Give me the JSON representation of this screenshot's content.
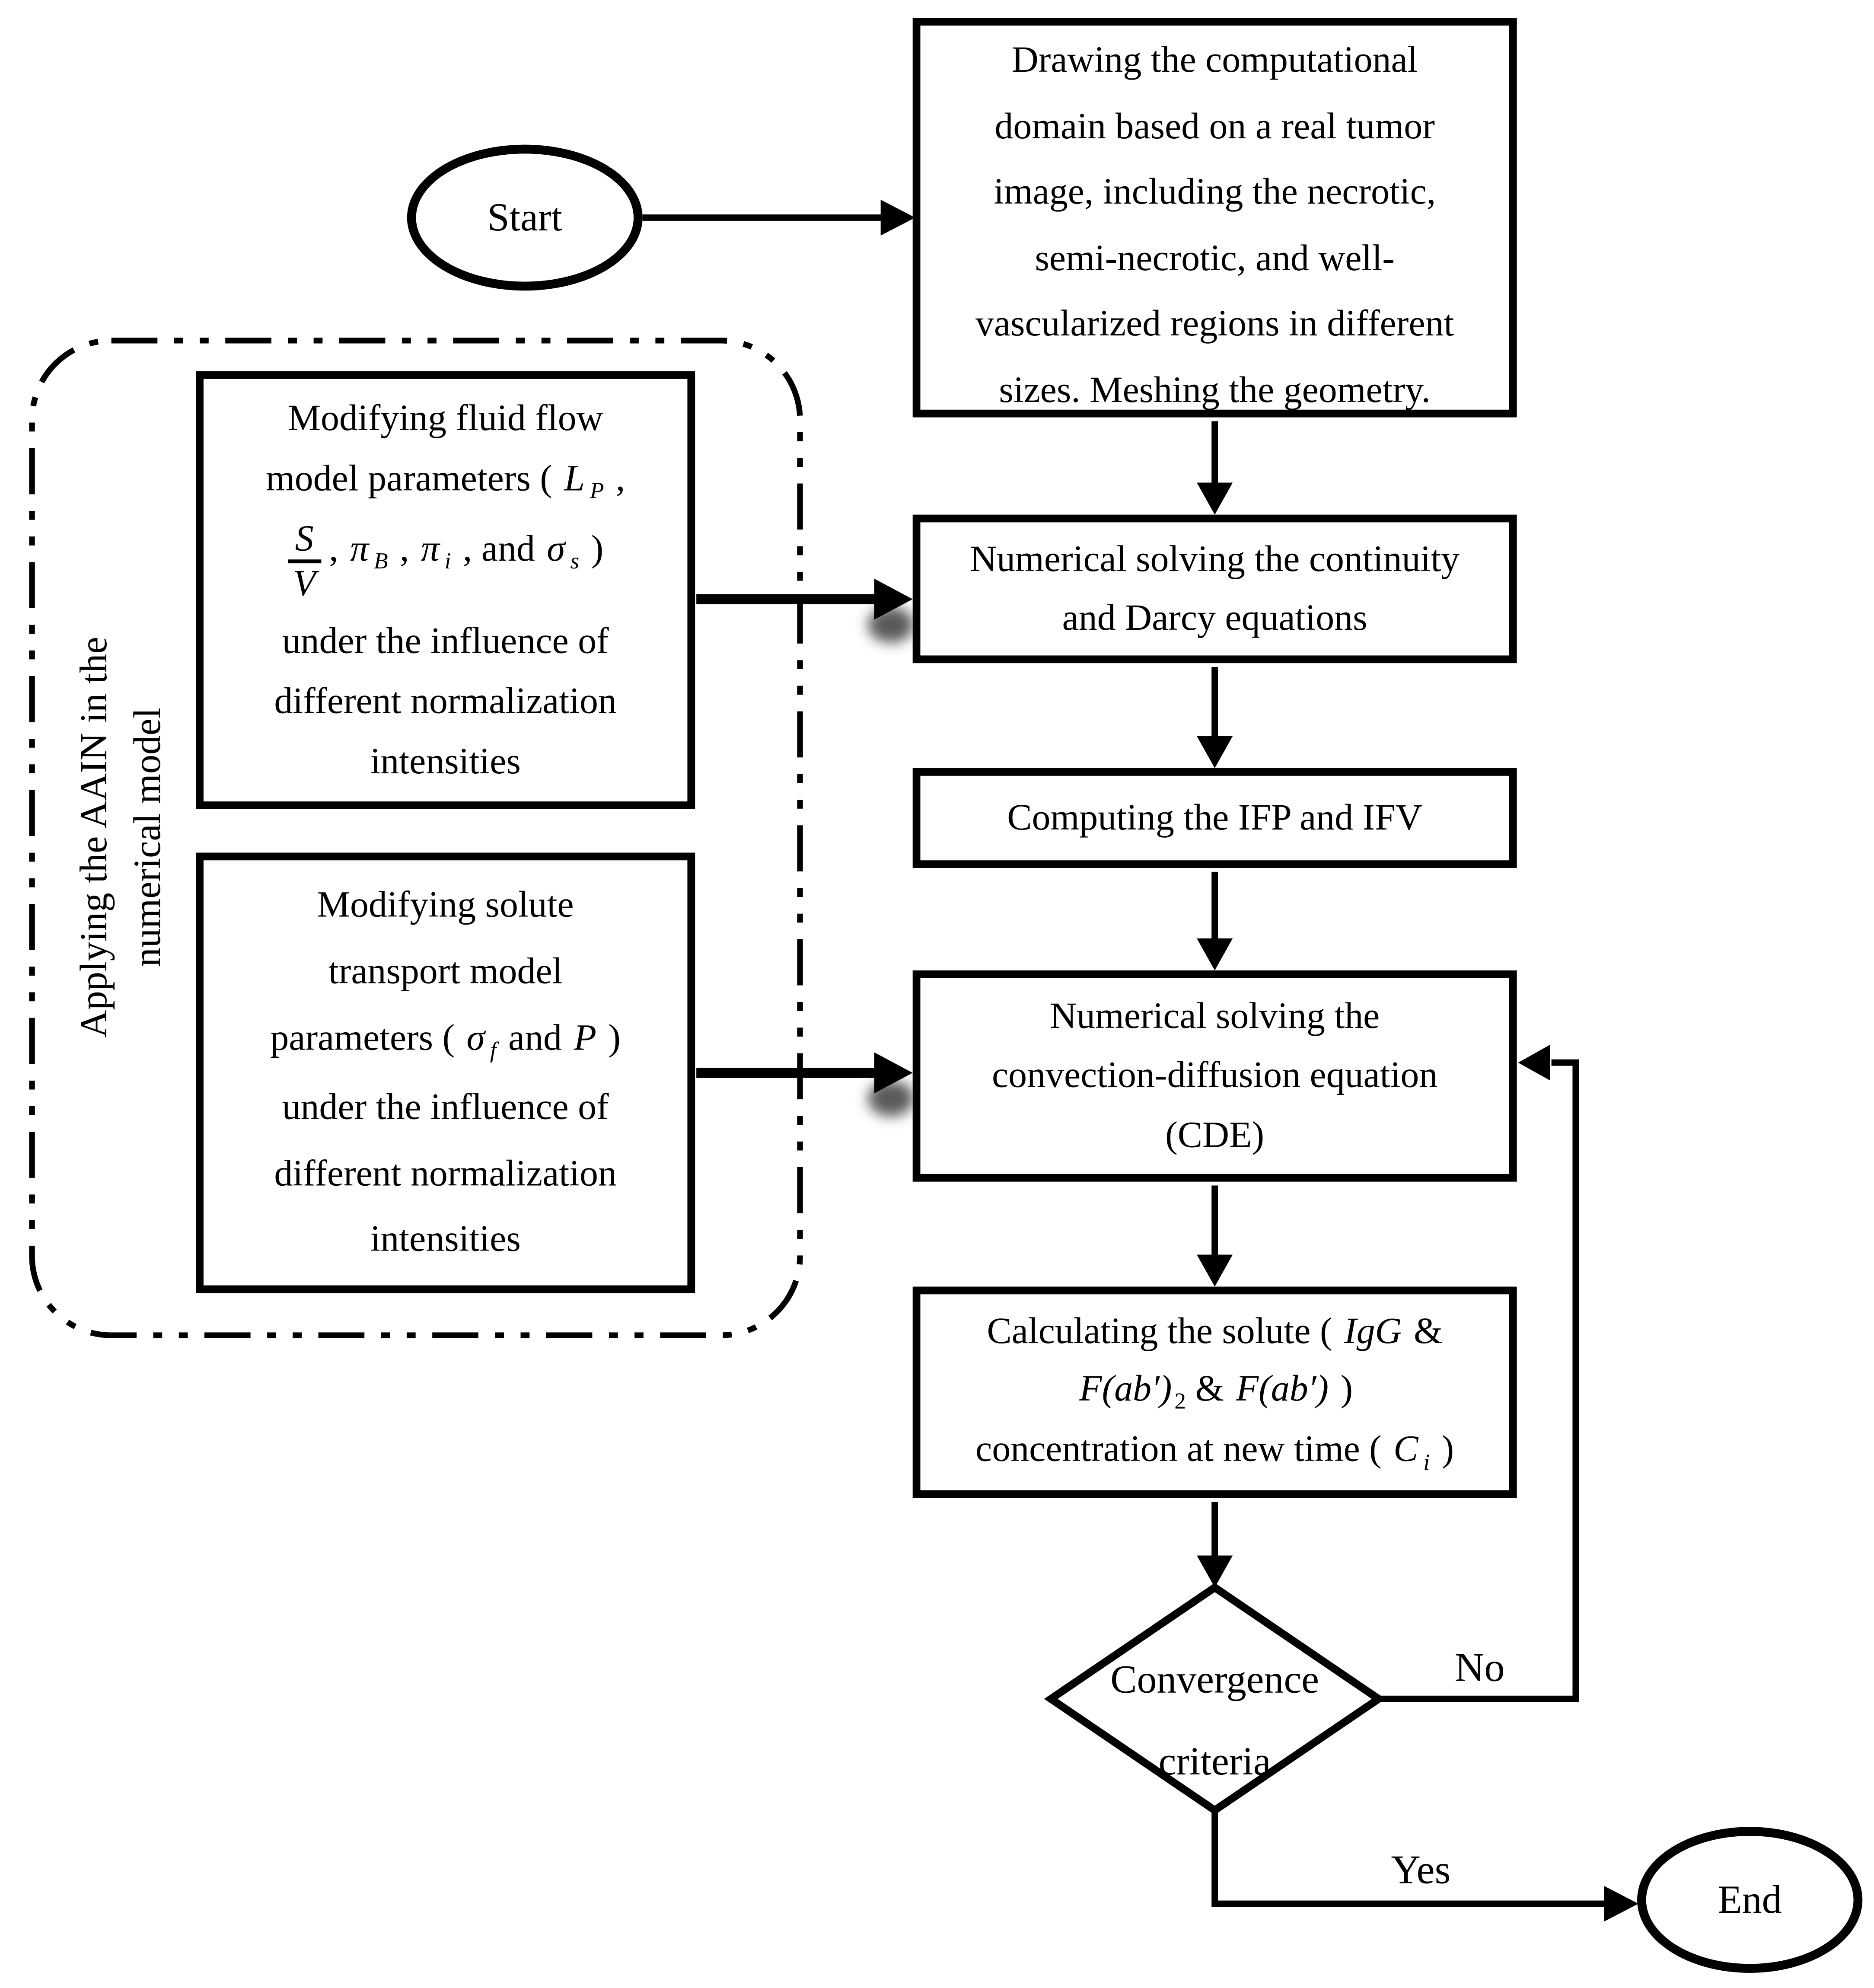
{
  "labels": {
    "start": "Start",
    "end": "End",
    "no": "No",
    "yes": "Yes"
  },
  "top_box": {
    "lines": [
      "Drawing the computational",
      "domain based on a real tumor",
      "image, including the necrotic,",
      "semi-necrotic, and well-",
      "vascularized regions in different",
      "sizes. Meshing the geometry."
    ]
  },
  "continuity_box": {
    "line1": "Numerical solving the continuity",
    "line2": "and Darcy equations"
  },
  "ifp_box": {
    "text": "Computing the IFP and IFV"
  },
  "cde_box": {
    "line1": "Numerical solving the",
    "line2": "convection-diffusion equation",
    "line3": "(CDE)"
  },
  "calc_box": {
    "l1_pre": "Calculating the solute ( ",
    "l1_igg": "IgG",
    "l1_amp": " &",
    "l2_f1": "F(ab′)",
    "l2_sub": "2",
    "l2_amp": "  &  ",
    "l2_f2": "F(ab′)",
    "l2_close": " )",
    "l3_pre": "concentration at new time ( ",
    "l3_c": "C",
    "l3_sub": "i",
    "l3_close": " )"
  },
  "fluid_box": {
    "line1": "Modifying fluid flow",
    "l2_pre": "model parameters ( ",
    "l2_var": "L",
    "l2_sub": "P",
    "l2_comma": " ,",
    "frac_num": "S",
    "frac_den": "V",
    "l3_c1": ", ",
    "l3_pi1": "π",
    "l3_pi1_sub": "B",
    "l3_c2": " , ",
    "l3_pi2": "π",
    "l3_pi2_sub": "i",
    "l3_and": " , and ",
    "l3_sig": "σ",
    "l3_sig_sub": "s",
    "l3_close": " )",
    "line4": "under the influence of",
    "line5": "different normalization",
    "line6": "intensities"
  },
  "solute_box": {
    "line1": "Modifying solute",
    "line2": "transport model",
    "l3_pre": "parameters ( ",
    "l3_sig": "σ",
    "l3_sig_sub": "f",
    "l3_and": "  and  ",
    "l3_p": "P",
    "l3_close": " )",
    "line4": "under the influence of",
    "line5": "different normalization",
    "line6": "intensities"
  },
  "diamond": {
    "line1": "Convergence",
    "line2": "criteria"
  },
  "side_label": {
    "line1": "Applying the AAIN in the",
    "line2": "numerical model"
  },
  "colors": {
    "ink": "#000000",
    "arrow_shadow": "#8a8a8a",
    "background": "#ffffff"
  }
}
